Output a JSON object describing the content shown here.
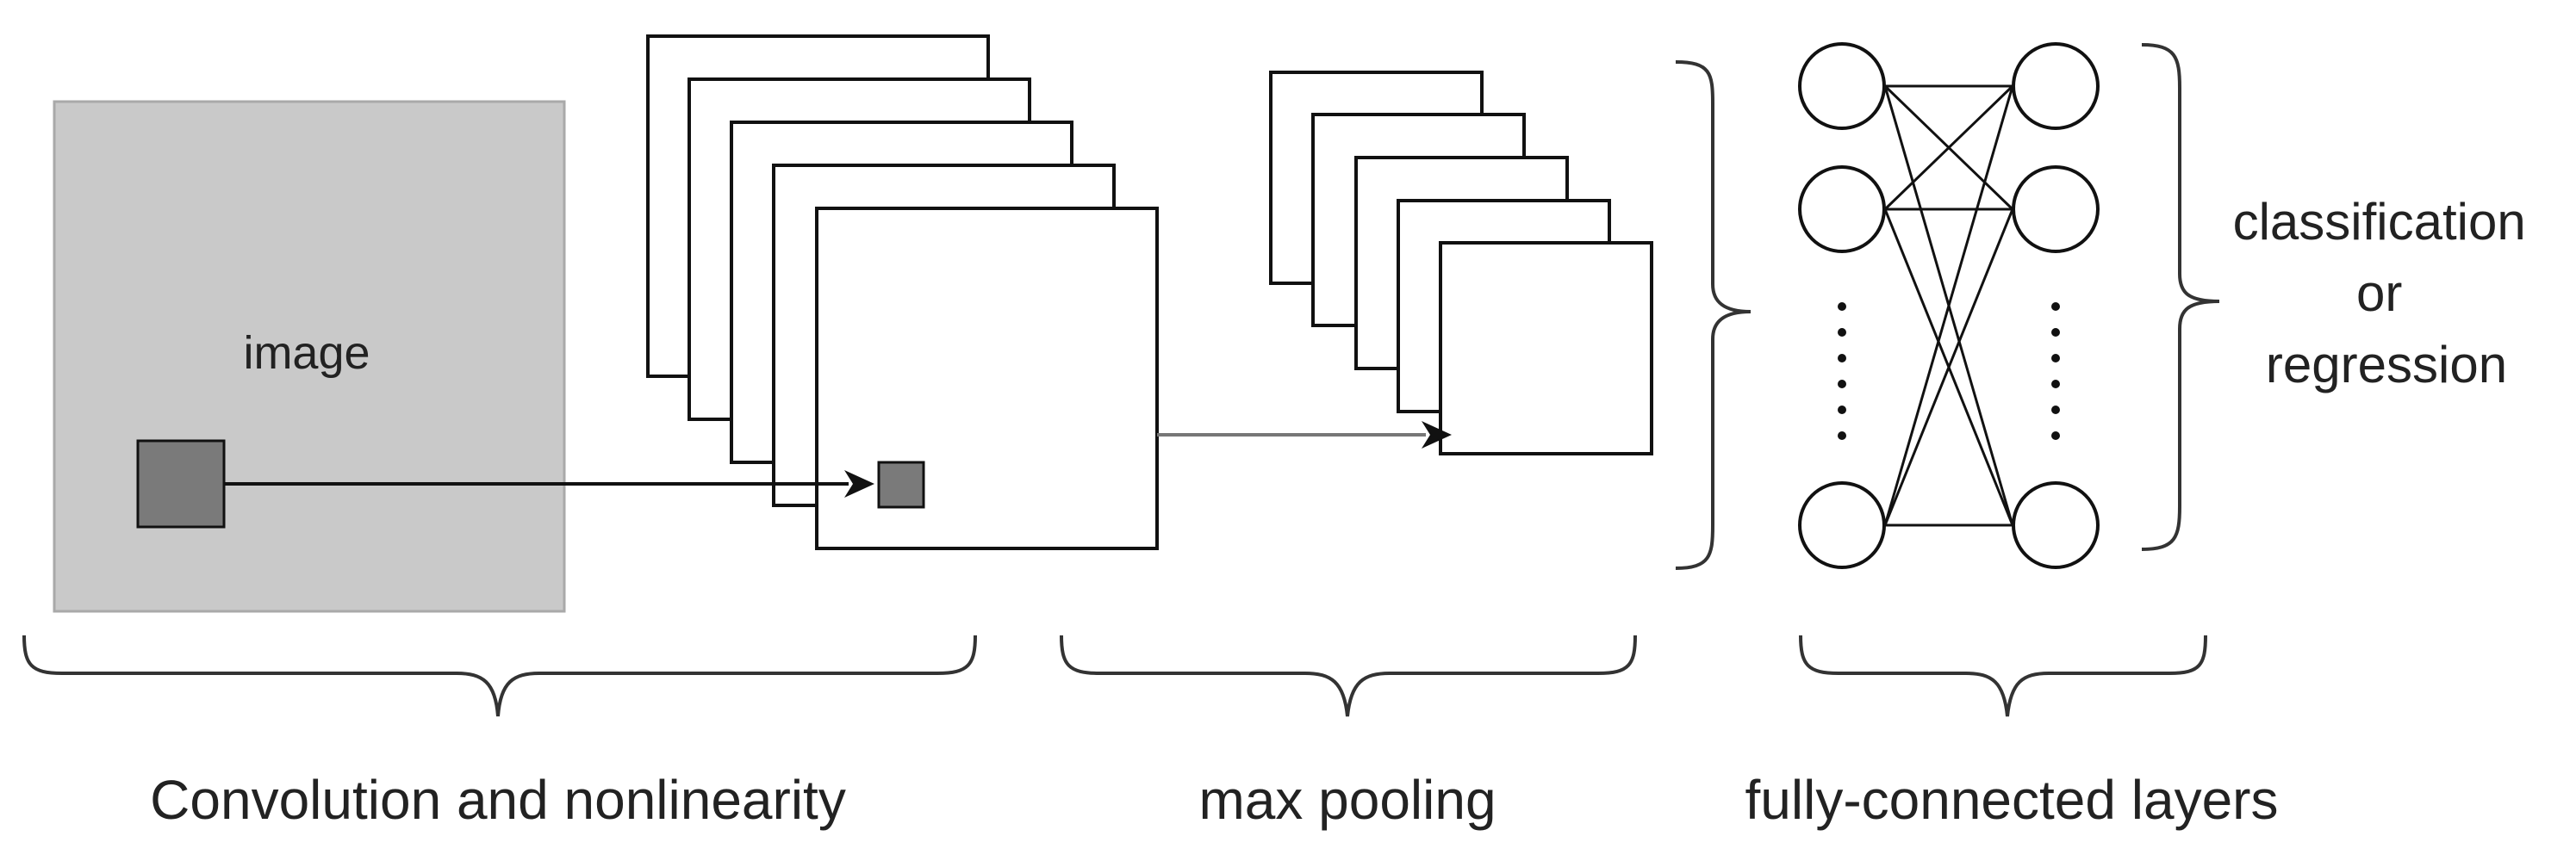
{
  "diagram": {
    "image_label": "image",
    "output_label_lines": [
      "classification",
      "or",
      "regression"
    ],
    "section_labels": {
      "convolution": "Convolution and nonlinearity",
      "pooling": "max pooling",
      "fully_connected": "fully-connected layers"
    },
    "colors": {
      "image_fill": "#c9c9c9",
      "image_border": "#a9a9a9",
      "patch_fill": "#7a7a7a",
      "stroke": "#111111",
      "brace_stroke": "#333333",
      "text": "#222222"
    },
    "feature_map_count": 5,
    "pooled_map_count": 5,
    "fc_column_count": 2,
    "fc_visible_nodes_per_column": 3
  }
}
